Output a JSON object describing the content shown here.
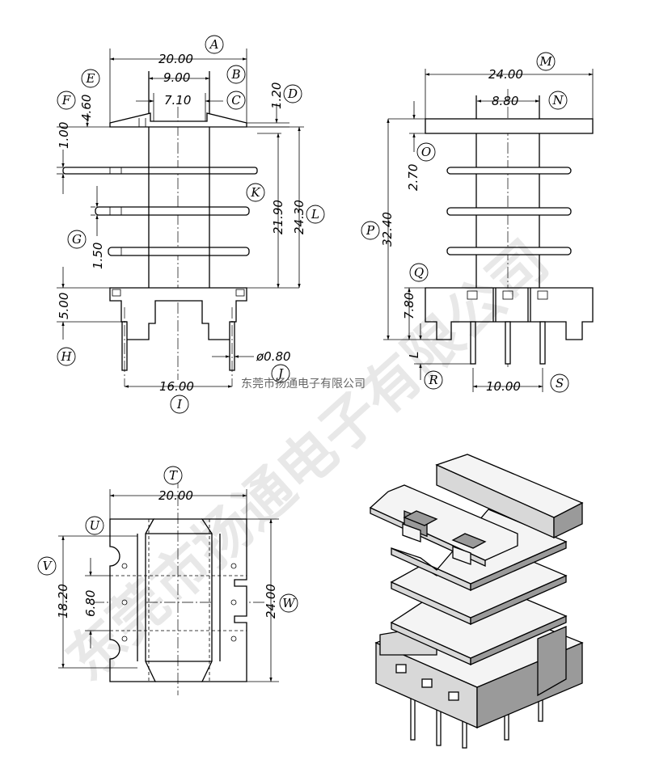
{
  "dimensions": {
    "A": "20.00",
    "B": "9.00",
    "C": "7.10",
    "D": "1.20",
    "E": "4.60",
    "F": "1.00",
    "G": "1.50",
    "H": "5.00",
    "I": "16.00",
    "J": "ø0.80",
    "K": "21.90",
    "L": "24.30",
    "M": "24.00",
    "N": "8.80",
    "O": "2.70",
    "P": "32.40",
    "Q": "7.80",
    "S": "10.00",
    "T": "20.00",
    "V": "18.20",
    "V_inner": "6.80",
    "W": "24.00"
  },
  "labels": [
    "A",
    "B",
    "C",
    "D",
    "E",
    "F",
    "G",
    "H",
    "I",
    "J",
    "K",
    "L",
    "M",
    "N",
    "O",
    "P",
    "Q",
    "R",
    "S",
    "T",
    "U",
    "V",
    "W"
  ],
  "pin_label": "L",
  "watermark": {
    "big": "东莞市扬通电子有限公司",
    "small": "东莞市扬通电子有限公司"
  }
}
